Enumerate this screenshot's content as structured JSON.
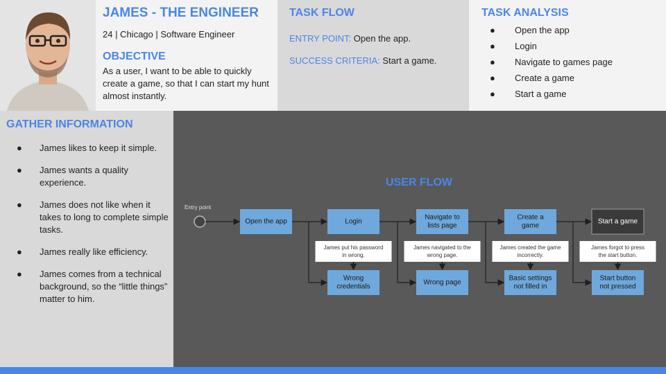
{
  "persona": {
    "name": "JAMES - THE ENGINEER",
    "meta": "24 | Chicago | Software Engineer",
    "objective_heading": "OBJECTIVE",
    "objective_text": "As a user, I want to be able to quickly create a game, so that I can start my hunt almost instantly."
  },
  "task_flow": {
    "heading": "TASK FLOW",
    "entry_label": "ENTRY POINT:",
    "entry_value": "Open the app.",
    "success_label": "SUCCESS CRITERIA:",
    "success_value": "Start a game."
  },
  "task_analysis": {
    "heading": "TASK ANALYSIS",
    "bullet": "●",
    "items": [
      "Open the app",
      "Login",
      "Navigate to games page",
      "Create a game",
      "Start a game"
    ]
  },
  "gather": {
    "heading": "GATHER INFORMATION",
    "bullet": "●",
    "items": [
      "James likes to keep it simple.",
      "James wants a quality experience.",
      "James does not like when it takes to long to complete simple tasks.",
      "James really like efficiency.",
      "James comes from a technical background, so the “little things” matter to him."
    ]
  },
  "user_flow": {
    "title": "USER FLOW",
    "entry_label": "Entry point",
    "steps": [
      {
        "label": [
          "Open the app"
        ]
      },
      {
        "label": [
          "Login"
        ],
        "note": [
          "James put his password",
          "in wrong."
        ],
        "error": [
          "Wrong",
          "credentials"
        ]
      },
      {
        "label": [
          "Navigate to",
          "lists page"
        ],
        "note": [
          "James navigated to the",
          "wrong page."
        ],
        "error": [
          "Wrong page"
        ]
      },
      {
        "label": [
          "Create a",
          "game"
        ],
        "note": [
          "James created the game",
          "incorrectly."
        ],
        "error": [
          "Basic settings",
          "not filled in"
        ]
      },
      {
        "label": [
          "Start a game"
        ],
        "final": true,
        "note": [
          "James forgot to press",
          "the start button."
        ],
        "error": [
          "Start button",
          "not pressed"
        ]
      }
    ],
    "colors": {
      "step": "#6fa8dc",
      "final": "#3a3a3a",
      "note": "#ffffff",
      "line": "#1f1f1f",
      "background": "#595959"
    }
  }
}
